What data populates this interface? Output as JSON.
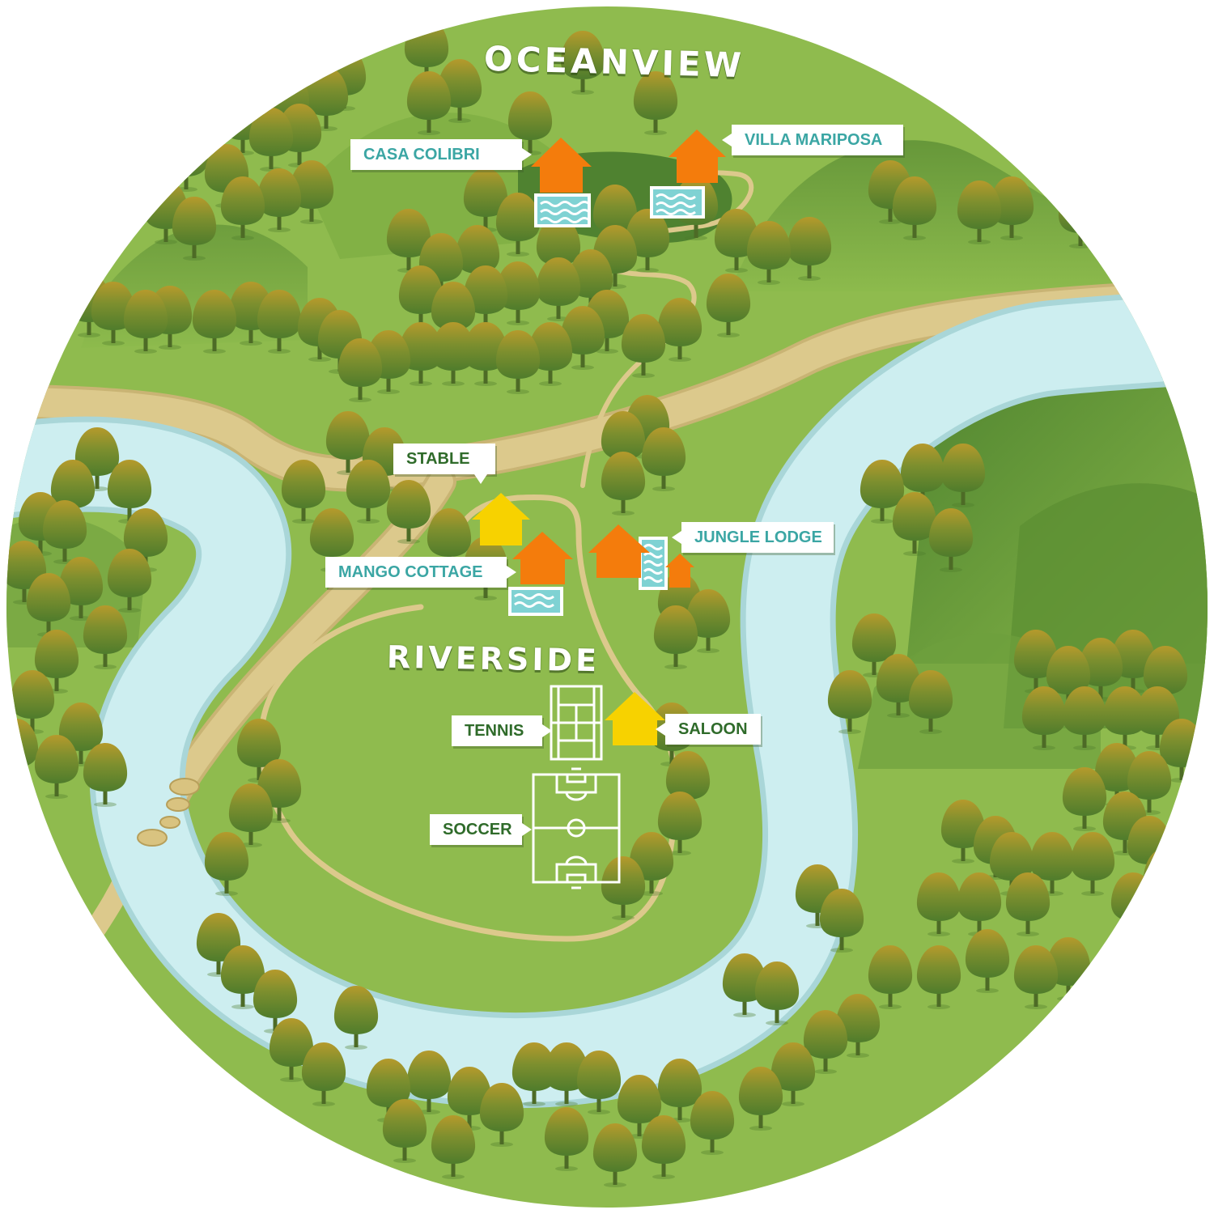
{
  "areas": {
    "north": "OCEANVIEW",
    "center": "RIVERSIDE"
  },
  "locations": {
    "casa_colibri": "CASA COLIBRI",
    "villa_mariposa": "VILLA MARIPOSA",
    "stable": "STABLE",
    "jungle_lodge": "JUNGLE LODGE",
    "mango_cottage": "MANGO COTTAGE",
    "tennis": "TENNIS",
    "saloon": "SALOON",
    "soccer": "SOCCER"
  },
  "legend_colors": {
    "accommodation_house": "#f47c0c",
    "amenity_house": "#f7d200",
    "pool": "#7fd2d3",
    "river": "#cbeef0",
    "grass": "#8db84a",
    "path": "#dcc98c",
    "label_teal": "#3ba6a4",
    "label_green": "#2f6b2a"
  },
  "icons": {
    "accommodation": "house-icon",
    "amenity": "house-icon",
    "pool": "pool-icon",
    "tree": "tree-icon",
    "stepping_stones": "stepping-stone-icon"
  }
}
